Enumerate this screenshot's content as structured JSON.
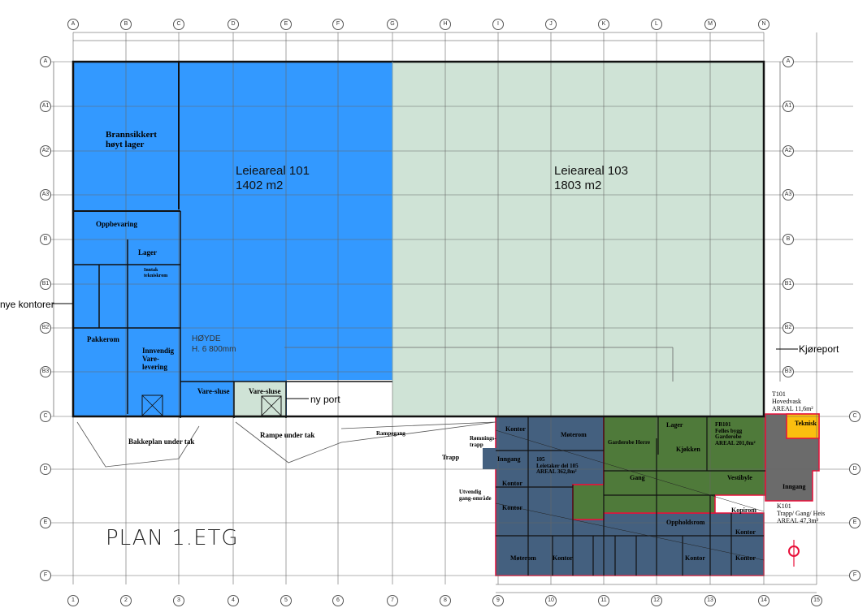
{
  "title": "PLAN 1.ETG",
  "colors": {
    "leieareal_101": "#3399ff",
    "leieareal_103": "#cfe3d6",
    "leieareal_105": "#44607f",
    "fellesbygg": "#4f7a3a",
    "trapp": "#6b6b6b",
    "teknisk": "#fbbf0f",
    "boundary": "#e8103a"
  },
  "grid": {
    "columns_top": [
      "A",
      "B",
      "C",
      "D",
      "E",
      "F",
      "G",
      "H",
      "I",
      "J",
      "K",
      "L",
      "M",
      "N"
    ],
    "columns_bottom": [
      "1",
      "2",
      "3",
      "4",
      "5",
      "6",
      "7",
      "8",
      "9",
      "10",
      "11",
      "12",
      "13",
      "14",
      "15"
    ],
    "rows": [
      "A",
      "A1",
      "A2",
      "A3",
      "B",
      "B1",
      "B2",
      "B3",
      "C",
      "D",
      "E",
      "F"
    ]
  },
  "areas": {
    "a101": {
      "name": "Leieareal 101",
      "area": "1402 m2"
    },
    "a103": {
      "name": "Leieareal 103",
      "area": "1803 m2"
    },
    "hoyde": {
      "line1": "HØYDE",
      "line2": "H. 6 800mm"
    }
  },
  "annotations": {
    "nye_kontorer": "nye kontorer",
    "kjoreport": "Kjøreport",
    "ny_port": "ny port"
  },
  "rooms_left": [
    {
      "id": "brannsikkert",
      "label": "Brannsikkert høyt lager"
    },
    {
      "id": "oppbevaring",
      "label": "Oppbevaring"
    },
    {
      "id": "lager",
      "label": "Lager"
    },
    {
      "id": "inntak",
      "label": "Inntak tekniskrom"
    },
    {
      "id": "pakkerom",
      "label": "Pakkerom"
    },
    {
      "id": "innvendig",
      "label": "Innvendig Vare-levering"
    },
    {
      "id": "varesluse1",
      "label": "Vare-sluse"
    },
    {
      "id": "varesluse2",
      "label": "Vare-sluse"
    },
    {
      "id": "bakkeplan",
      "label": "Bakkeplan under tak"
    },
    {
      "id": "rampe",
      "label": "Rampe under tak"
    },
    {
      "id": "rampegang",
      "label": "Rampegang"
    }
  ],
  "rooms_right": [
    {
      "id": "kontor1",
      "label": "Kontor"
    },
    {
      "id": "moterom1",
      "label": "Møterom"
    },
    {
      "id": "inngang",
      "label": "Inngang"
    },
    {
      "id": "l105",
      "label": "105\nLeietaker del 105\nAREAL 362,8m²"
    },
    {
      "id": "kontor2",
      "label": "Kontor"
    },
    {
      "id": "kontor3",
      "label": "Kontor"
    },
    {
      "id": "garderobe",
      "label": "Garderobe Herre"
    },
    {
      "id": "lager2",
      "label": "Lager"
    },
    {
      "id": "kjokken",
      "label": "Kjøkken"
    },
    {
      "id": "fb101",
      "label": "FB101\nFelles bygg\nGarderobe\nAREAL 201,0m²"
    },
    {
      "id": "gang",
      "label": "Gang"
    },
    {
      "id": "vestibyle",
      "label": "Vestibyle"
    },
    {
      "id": "kopirom",
      "label": "Kopirom"
    },
    {
      "id": "oppholdsrom",
      "label": "Oppholdsrom"
    },
    {
      "id": "kontor4",
      "label": "Kontor"
    },
    {
      "id": "moterom2",
      "label": "Møterom"
    },
    {
      "id": "k_row",
      "label": "Kontor"
    },
    {
      "id": "kontor5",
      "label": "Kontor"
    },
    {
      "id": "kontor6",
      "label": "Kontor"
    },
    {
      "id": "teknisk",
      "label": "Teknisk"
    },
    {
      "id": "inngang2",
      "label": "Inngang"
    },
    {
      "id": "utvendig",
      "label": "Utvendig gang-område"
    },
    {
      "id": "romningstrapp",
      "label": "Rømnings-trapp"
    },
    {
      "id": "trapp",
      "label": "Trapp"
    }
  ],
  "side_labels": {
    "t101": "T101\nHovedvask\nAREAL 11,6m²",
    "k101": "K101\nTrapp/ Gang/ Heis\nAREAL 47,3m²"
  }
}
